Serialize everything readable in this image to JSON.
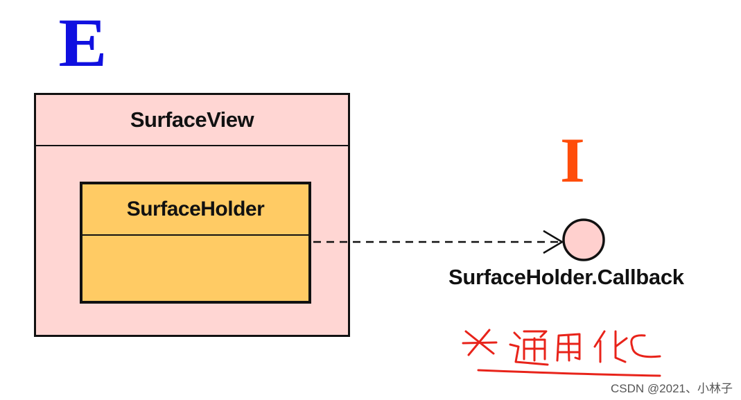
{
  "diagram": {
    "extends_marker": "E",
    "implements_marker": "I",
    "outer_class": {
      "name": "SurfaceView"
    },
    "inner_class": {
      "name": "SurfaceHolder"
    },
    "interface": {
      "name": "SurfaceHolder.Callback"
    },
    "handwritten_note": "*通用化"
  },
  "colors": {
    "extends_marker": "#1010e0",
    "implements_marker": "#ff4d0a",
    "outer_fill": "#ffd6d3",
    "inner_fill": "#ffcb64",
    "interface_fill": "#ffd0ce",
    "annotation": "#e8231a"
  },
  "watermark": "CSDN @2021、小林子"
}
